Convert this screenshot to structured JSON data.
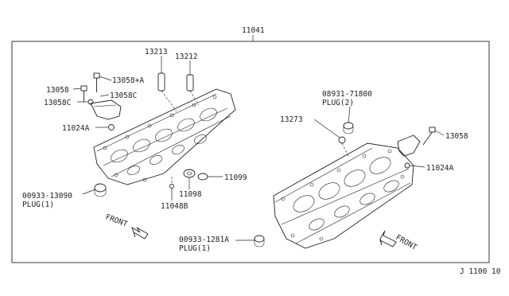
{
  "assembly": {
    "number": "11041"
  },
  "callouts": {
    "c13213": "13213",
    "c13212": "13212",
    "c13058_left": "13058",
    "c13058A": "13058+A",
    "c13058C_right": "13058C",
    "c13058C_left": "13058C",
    "c11024A_left": "11024A",
    "c00933_13090": "00933-13090",
    "plug1_left": "PLUG(1)",
    "c11098": "11098",
    "c11099": "11099",
    "c11048B": "11048B",
    "c13273": "13273",
    "c08931": "08931-71800",
    "plug2": "PLUG(2)",
    "c13058_right": "13058",
    "c11024A_right": "11024A",
    "c00933_1281A": "00933-1281A",
    "plug1_right": "PLUG(1)",
    "front_left": "FRONT",
    "front_right": "FRONT"
  },
  "diagram_code": "J 1100 10"
}
